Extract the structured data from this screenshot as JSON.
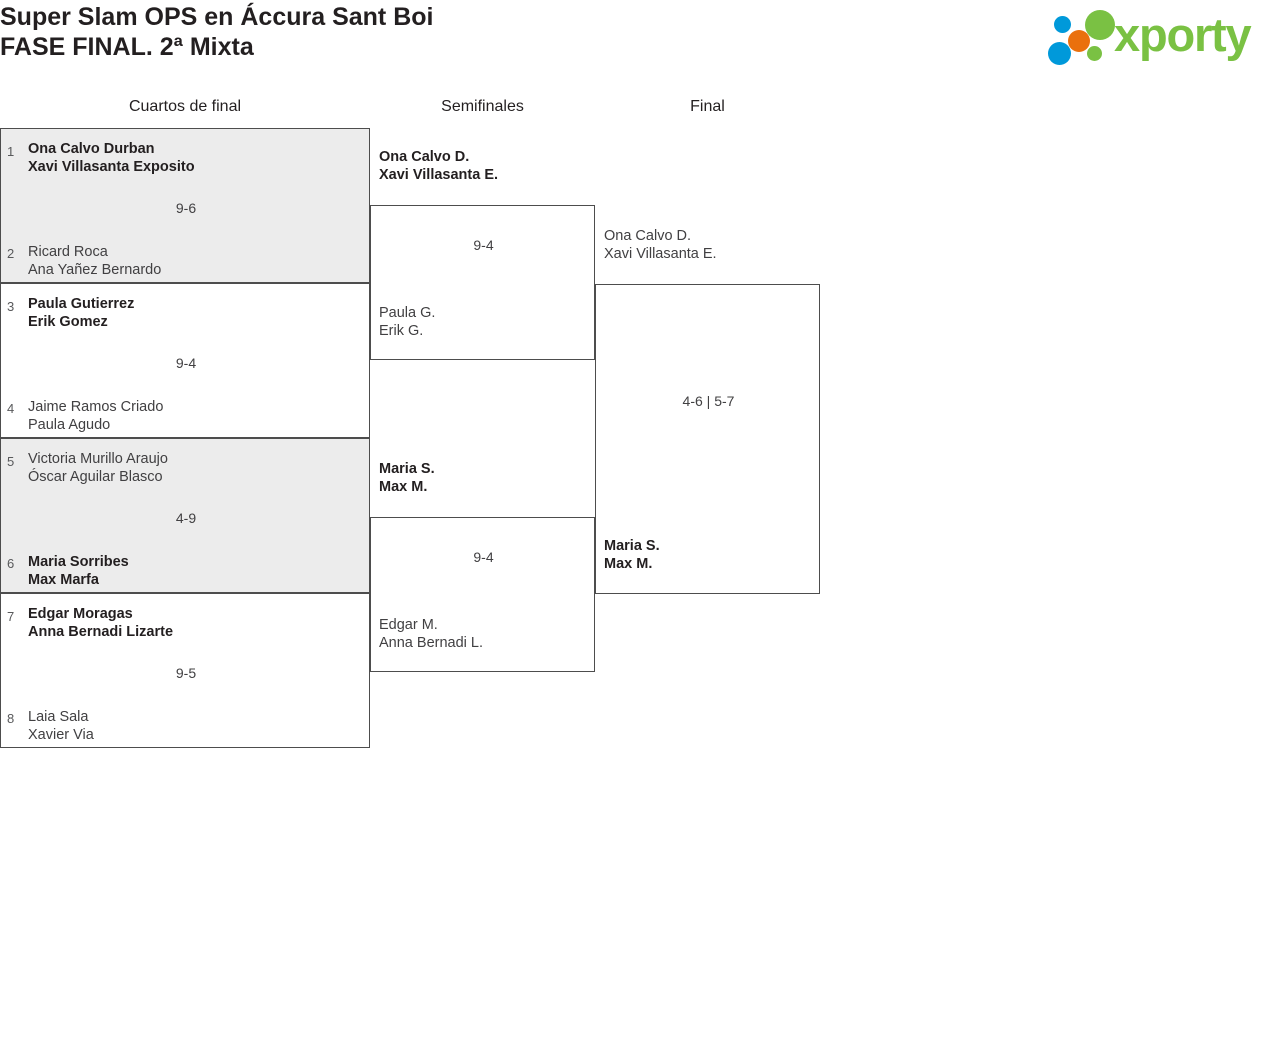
{
  "header": {
    "title": "Super Slam OPS en Áccura Sant Boi\nFASE FINAL. 2ª Mixta",
    "logo_text": "xporty",
    "logo_colors": {
      "green": "#7ac143",
      "blue": "#0099da",
      "orange": "#ea700d"
    }
  },
  "rounds": [
    {
      "label": "Cuartos de final"
    },
    {
      "label": "Semifinales"
    },
    {
      "label": "Final"
    }
  ],
  "bracket": {
    "quarterfinals": [
      {
        "score": "9-6",
        "top": {
          "seed": "1",
          "players": "Ona Calvo Durban\nXavi Villasanta Exposito",
          "winner": true
        },
        "bottom": {
          "seed": "2",
          "players": "Ricard Roca\nAna Yañez Bernardo",
          "winner": false
        }
      },
      {
        "score": "9-4",
        "top": {
          "seed": "3",
          "players": "Paula Gutierrez\nErik Gomez",
          "winner": true
        },
        "bottom": {
          "seed": "4",
          "players": "Jaime Ramos Criado\nPaula Agudo",
          "winner": false
        }
      },
      {
        "score": "4-9",
        "top": {
          "seed": "5",
          "players": "Victoria Murillo Araujo\nÓscar Aguilar Blasco",
          "winner": false
        },
        "bottom": {
          "seed": "6",
          "players": "Maria Sorribes\nMax Marfa",
          "winner": true
        }
      },
      {
        "score": "9-5",
        "top": {
          "seed": "7",
          "players": "Edgar Moragas\nAnna Bernadi Lizarte",
          "winner": true
        },
        "bottom": {
          "seed": "8",
          "players": "Laia Sala\nXavier Via",
          "winner": false
        }
      }
    ],
    "semifinals": [
      {
        "score": "9-4",
        "top": {
          "players": "Ona Calvo D.\nXavi Villasanta E.",
          "winner": true
        },
        "bottom": {
          "players": "Paula G.\nErik G.",
          "winner": false
        }
      },
      {
        "score": "9-4",
        "top": {
          "players": "Maria S.\nMax M.",
          "winner": true
        },
        "bottom": {
          "players": "Edgar M.\nAnna Bernadi L.",
          "winner": false
        }
      }
    ],
    "final": {
      "score": "4-6 | 5-7",
      "top": {
        "players": "Ona Calvo D.\nXavi Villasanta E.",
        "winner": false
      },
      "bottom": {
        "players": "Maria S.\nMax M.",
        "winner": true
      }
    }
  }
}
